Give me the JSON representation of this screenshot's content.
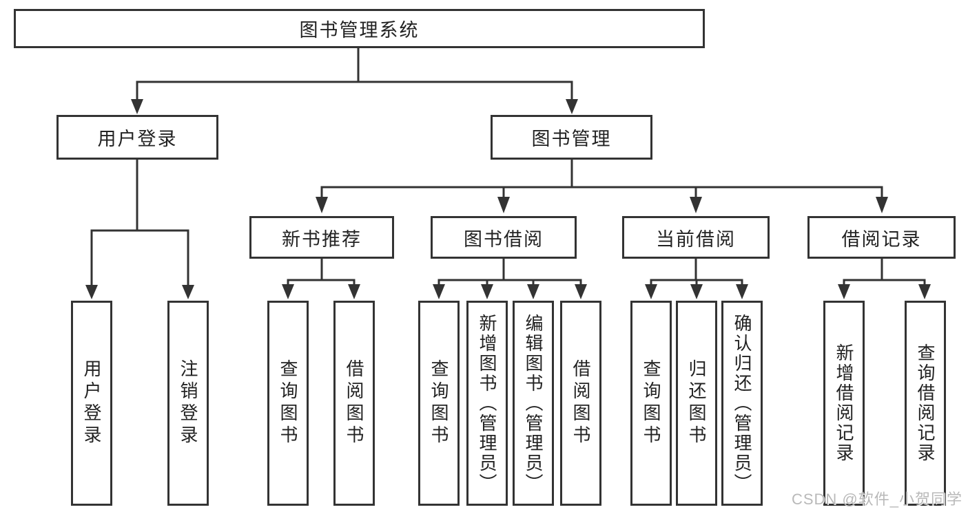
{
  "diagram": {
    "title_node": {
      "label": "图书管理系统"
    },
    "level2": [
      {
        "id": "user-login",
        "label": "用户登录"
      },
      {
        "id": "book-management",
        "label": "图书管理"
      }
    ],
    "level3": [
      {
        "id": "new-book-recommend",
        "label": "新书推荐"
      },
      {
        "id": "book-borrow",
        "label": "图书借阅"
      },
      {
        "id": "current-borrow",
        "label": "当前借阅"
      },
      {
        "id": "borrow-records",
        "label": "借阅记录"
      }
    ],
    "leaves": {
      "user_login": [
        {
          "label": "用户登录"
        },
        {
          "label": "注销登录"
        }
      ],
      "new_book": [
        {
          "label": "查询图书"
        },
        {
          "label": "借阅图书"
        }
      ],
      "book_borrow": [
        {
          "label": "查询图书"
        },
        {
          "label": "新增图书（管理员）"
        },
        {
          "label": "编辑图书（管理员）"
        },
        {
          "label": "借阅图书"
        }
      ],
      "current_borrow": [
        {
          "label": "查询图书"
        },
        {
          "label": "归还图书"
        },
        {
          "label": "确认归还（管理员）"
        }
      ],
      "borrow_records": [
        {
          "label": "新增借阅记录"
        },
        {
          "label": "查询借阅记录"
        }
      ]
    }
  },
  "watermark": {
    "text": "CSDN @软件_小贺同学"
  },
  "colors": {
    "line": "#333333",
    "border": "#333333",
    "text": "#222222",
    "watermark": "#b9b9b9",
    "background": "#ffffff"
  }
}
